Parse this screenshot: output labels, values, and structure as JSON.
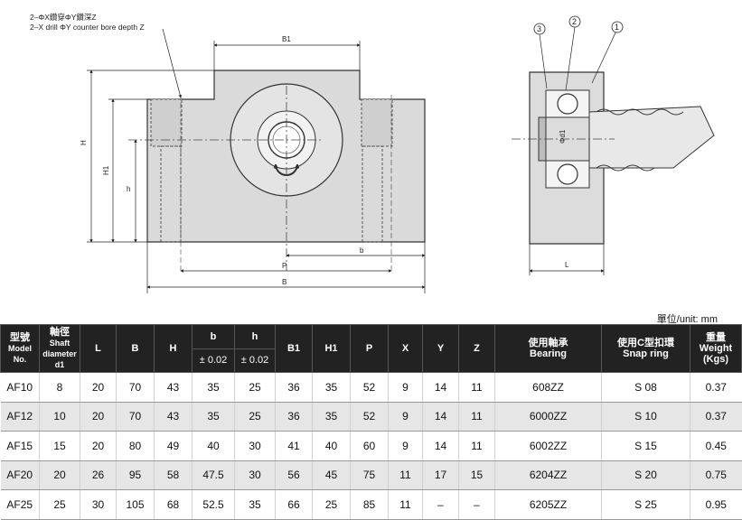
{
  "drawing": {
    "note_line1": "2–ΦX鑽穿ΦY鑽深Z",
    "note_line2": "2–X drill ΦY counter bore depth Z",
    "dims": {
      "B1": "B1",
      "H": "H",
      "H1": "H1",
      "h": "h",
      "b": "b",
      "P": "P",
      "B": "B",
      "L": "L",
      "d1": "Φd1"
    },
    "callouts": [
      "3",
      "2",
      "1"
    ]
  },
  "unit_label": "單位/unit: mm",
  "table": {
    "headers": [
      {
        "zh": "型號",
        "en": "Model No."
      },
      {
        "zh": "軸徑",
        "en": "Shaft diameter d1"
      },
      {
        "zh": "",
        "en": "L"
      },
      {
        "zh": "",
        "en": "B"
      },
      {
        "zh": "",
        "en": "H"
      },
      {
        "zh": "b",
        "en": "± 0.02"
      },
      {
        "zh": "h",
        "en": "± 0.02"
      },
      {
        "zh": "",
        "en": "B1"
      },
      {
        "zh": "",
        "en": "H1"
      },
      {
        "zh": "",
        "en": "P"
      },
      {
        "zh": "",
        "en": "X"
      },
      {
        "zh": "",
        "en": "Y"
      },
      {
        "zh": "",
        "en": "Z"
      },
      {
        "zh": "使用軸承",
        "en": "Bearing"
      },
      {
        "zh": "使用C型扣環",
        "en": "Snap ring"
      },
      {
        "zh": "重量",
        "en": "Weight (Kgs)"
      }
    ],
    "rows": [
      [
        "AF10",
        "8",
        "20",
        "70",
        "43",
        "35",
        "25",
        "36",
        "35",
        "52",
        "9",
        "14",
        "11",
        "608ZZ",
        "S 08",
        "0.37"
      ],
      [
        "AF12",
        "10",
        "20",
        "70",
        "43",
        "35",
        "25",
        "36",
        "35",
        "52",
        "9",
        "14",
        "11",
        "6000ZZ",
        "S 10",
        "0.37"
      ],
      [
        "AF15",
        "15",
        "20",
        "80",
        "49",
        "40",
        "30",
        "41",
        "40",
        "60",
        "9",
        "14",
        "11",
        "6002ZZ",
        "S 15",
        "0.45"
      ],
      [
        "AF20",
        "20",
        "26",
        "95",
        "58",
        "47.5",
        "30",
        "56",
        "45",
        "75",
        "11",
        "17",
        "15",
        "6204ZZ",
        "S 20",
        "0.75"
      ],
      [
        "AF25",
        "25",
        "30",
        "105",
        "68",
        "52.5",
        "35",
        "66",
        "25",
        "85",
        "11",
        "–",
        "–",
        "6205ZZ",
        "S 25",
        "0.95"
      ]
    ]
  }
}
